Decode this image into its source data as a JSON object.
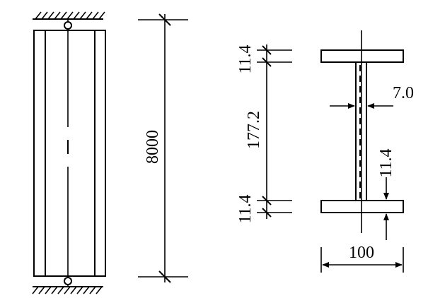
{
  "column_length": "8000",
  "flange_thickness_top": "11.4",
  "web_height": "177.2",
  "flange_thickness_bottom": "11.4",
  "web_thickness": "7.0",
  "imperfection_offset": "11.4",
  "flange_width": "100",
  "colors": {
    "ink": "#000000",
    "background": "#ffffff"
  },
  "icons": [
    "pin-support-icon",
    "fixed-ground-hatch-icon",
    "arrowhead-icon",
    "dimension-tick-icon"
  ]
}
